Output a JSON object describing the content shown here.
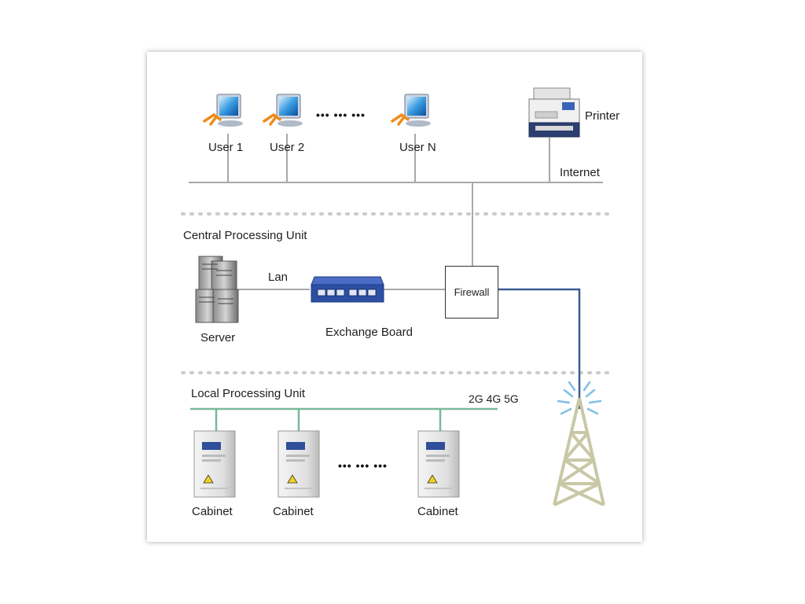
{
  "users": [
    "User 1",
    "User 2",
    "User N"
  ],
  "user_gap_marker": "••• ••• •••",
  "printer": "Printer",
  "internet": "Internet",
  "central_unit": "Central Processing Unit",
  "lan": "Lan",
  "server": "Server",
  "exchange_board": "Exchange Board",
  "firewall": "Firewall",
  "local_unit": "Local Processing Unit",
  "wireless": "2G 4G 5G",
  "cabinets": [
    "Cabinet",
    "Cabinet",
    "Cabinet"
  ],
  "cabinet_gap_marker": "••• ••• •••",
  "colors": {
    "internet_line": "#a8a8a8",
    "local_line": "#79b79c",
    "uplink_line": "#3a5c96",
    "switch_blue": "#2c4fa3",
    "tower": "#c8c8a6"
  }
}
